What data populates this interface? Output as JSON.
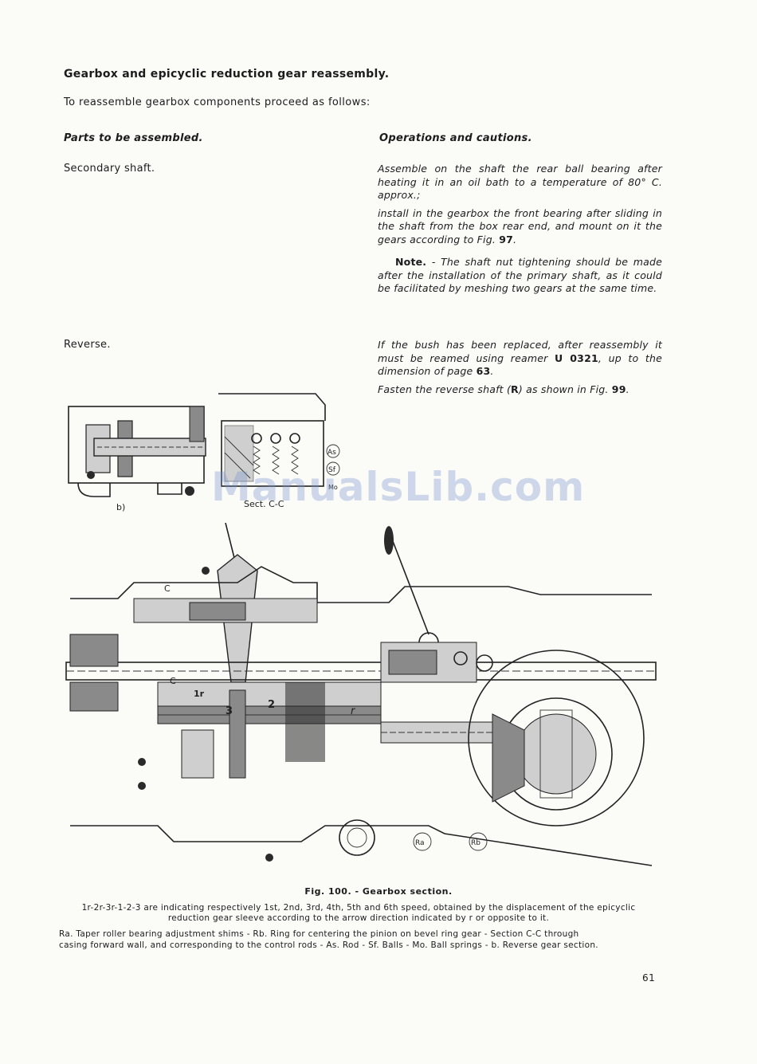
{
  "heading": "Gearbox and epicyclic reduction gear reassembly.",
  "intro": "To reassemble gearbox components proceed as follows:",
  "columns": {
    "parts_title": "Parts to be assembled.",
    "operations_title": "Operations and cautions."
  },
  "secondary_shaft": {
    "part": "Secondary shaft.",
    "op1": "Assemble on the shaft the rear ball bearing after heating it in an oil bath to a temperature of 80° C. approx.;",
    "op2_text": "install in the gearbox the front bearing after sliding in the shaft from the box rear end, and mount on it the gears according to Fig.",
    "op2_fig": "97",
    "note_label": "Note.",
    "note_text": "- The shaft nut tightening should be made after the installation of the primary shaft, as it could be facilitated by meshing two gears at the same time."
  },
  "reverse": {
    "part": "Reverse.",
    "op1_text": "If the bush has been replaced, after reassembly it must be reamed using reamer",
    "op1_tool": "U 0321",
    "op1_text2": ", up to the dimension of page",
    "op1_page": "63",
    "op2_text": "Fasten the reverse shaft (",
    "op2_letter": "R",
    "op2_text2": ") as shown in Fig.",
    "op2_fig": "99"
  },
  "figure": {
    "small_labels": {
      "b": "b)",
      "section": "Sect. C-C",
      "as": "As",
      "sf": "Sf",
      "mo": "Mo"
    },
    "main_labels": {
      "c1": "C",
      "c2": "C",
      "n1r": "1r",
      "n3": "3",
      "n2": "2",
      "r": "r",
      "ra": "Ra",
      "rb": "Rb"
    },
    "caption_title": "Fig. 100. - Gearbox section.",
    "caption_line1": "1r-2r-3r-1-2-3 are indicating respectively 1st, 2nd, 3rd, 4th, 5th and 6th speed, obtained by the displacement of the epicyclic",
    "caption_line2": "reduction gear sleeve according to the arrow direction indicated by r or opposite to it.",
    "caption_line3": "Ra. Taper roller bearing adjustment shims - Rb. Ring for centering the pinion on bevel ring gear - Section C-C through",
    "caption_line4": "casing forward wall, and corresponding to the control rods - As. Rod - Sf. Balls - Mo. Ball springs - b. Reverse gear section."
  },
  "watermark": "ManualsLib.com",
  "page_number": "61"
}
